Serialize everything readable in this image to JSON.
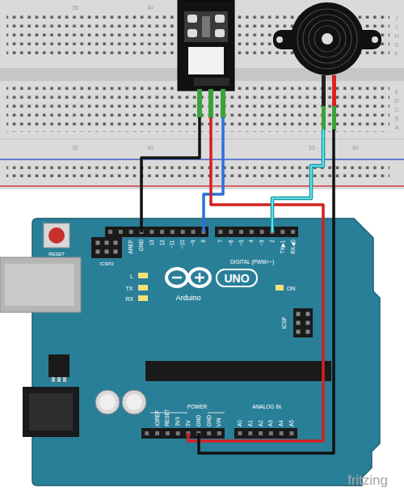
{
  "diagram": {
    "labels": [
      "35",
      "40",
      "J",
      "I",
      "H",
      "G",
      "F",
      "E",
      "D",
      "C",
      "B",
      "A",
      "35",
      "40",
      "55",
      "60",
      "RESET",
      "ICSP2",
      "AREF",
      "GND",
      "13",
      "12",
      "~11",
      "~10",
      "~9",
      "8",
      "7",
      "~6",
      "~5",
      "4",
      "~3",
      "2",
      "TX▶1",
      "RX◀0",
      "DIGITAL (PWM=~)",
      "L",
      "TX",
      "RX",
      "UNO",
      "Arduino",
      "ON",
      "ICSP",
      "IOREF",
      "RESET",
      "3V3",
      "5V",
      "GND",
      "GND",
      "VIN",
      "POWER",
      "ANALOG IN",
      "A0",
      "A1",
      "A2",
      "A3",
      "A4",
      "A5",
      "fritzing"
    ]
  }
}
